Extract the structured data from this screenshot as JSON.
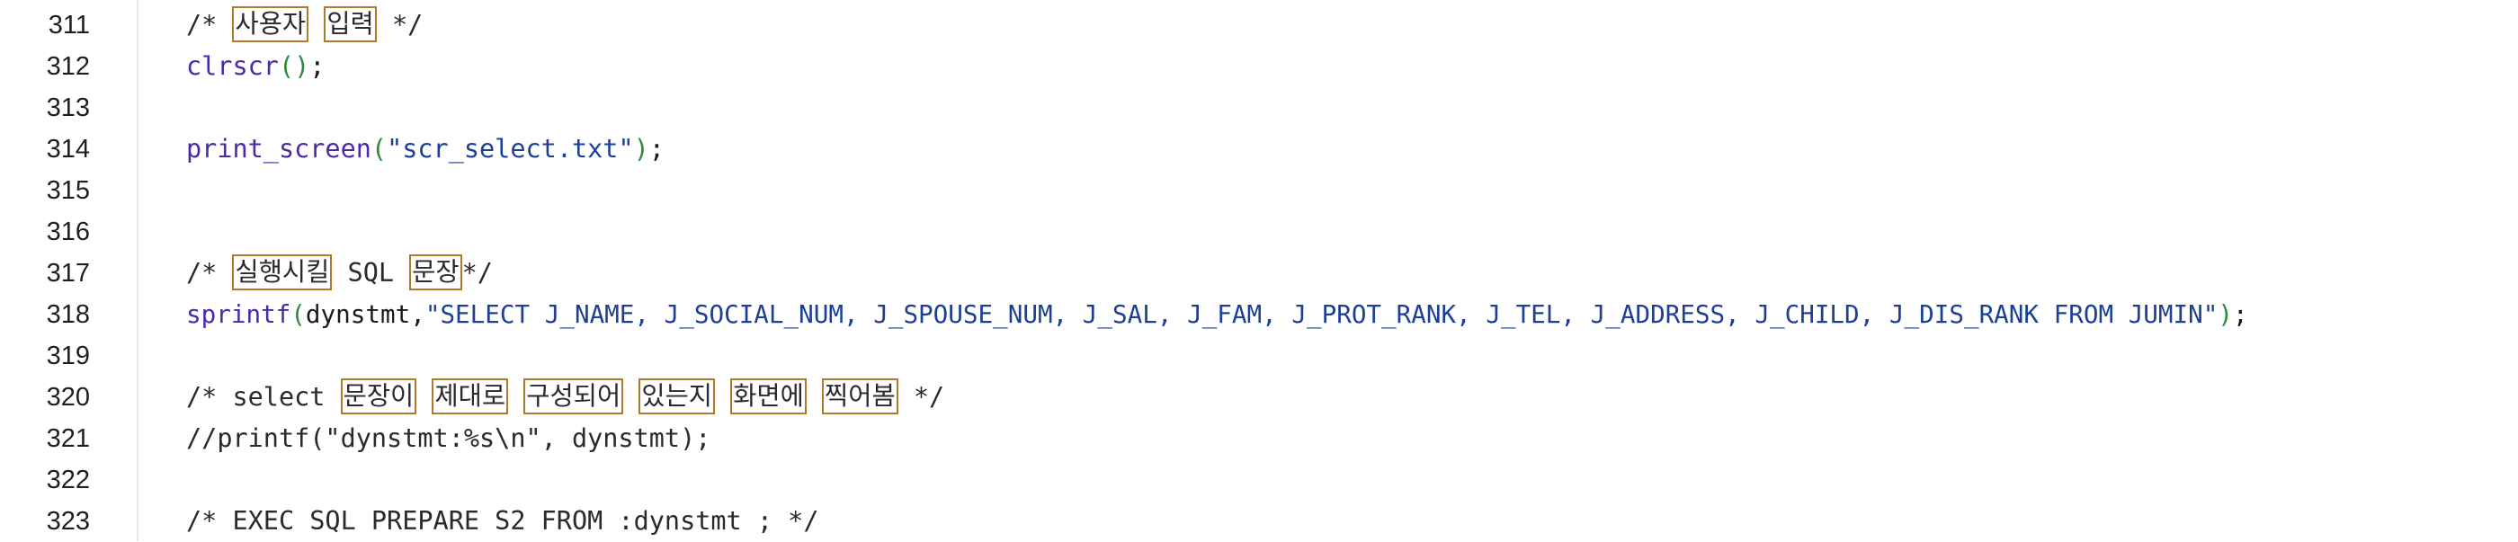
{
  "editor": {
    "lines": [
      {
        "number": "311",
        "t_open": "/* ",
        "ko_1": "사용자",
        "sp_1": " ",
        "ko_2": "입력",
        "t_close": " */"
      },
      {
        "number": "312",
        "fn": "clrscr",
        "parens": "()",
        "semi": ";"
      },
      {
        "number": "313"
      },
      {
        "number": "314",
        "fn": "print_screen",
        "paren_open": "(",
        "str": "\"scr_select.txt\"",
        "paren_close": ")",
        "semi": ";"
      },
      {
        "number": "315"
      },
      {
        "number": "316"
      },
      {
        "number": "317",
        "t_open": "/* ",
        "ko_1": "실행시킬",
        "t_mid": " SQL ",
        "ko_2": "문장",
        "t_close": "*/"
      },
      {
        "number": "318",
        "fn": "sprintf",
        "paren_open": "(",
        "arg": "dynstmt,",
        "str": "\"SELECT J_NAME, J_SOCIAL_NUM, J_SPOUSE_NUM, J_SAL, J_FAM, J_PROT_RANK, J_TEL, J_ADDRESS, J_CHILD, J_DIS_RANK FROM JUMIN\"",
        "paren_close": ")",
        "semi": ";"
      },
      {
        "number": "319"
      },
      {
        "number": "320",
        "t_open": "/* select ",
        "ko_1": "문장이",
        "ko_2": "제대로",
        "ko_3": "구성되어",
        "ko_4": "있는지",
        "ko_5": "화면에",
        "ko_6": "찍어봄",
        "t_close": " */"
      },
      {
        "number": "321",
        "text": "//printf(\"dynstmt:%s\\n\", dynstmt);"
      },
      {
        "number": "322"
      },
      {
        "number": "323",
        "text": "/* EXEC SQL PREPARE S2 FROM :dynstmt ; */"
      }
    ]
  },
  "colors": {
    "function": "#4b2aa8",
    "paren": "#2f8a3b",
    "string": "#1d3f96",
    "comment": "#2a2a2a",
    "korean_box_border": "#b07a2a",
    "gutter_border": "#e7e7e7"
  }
}
